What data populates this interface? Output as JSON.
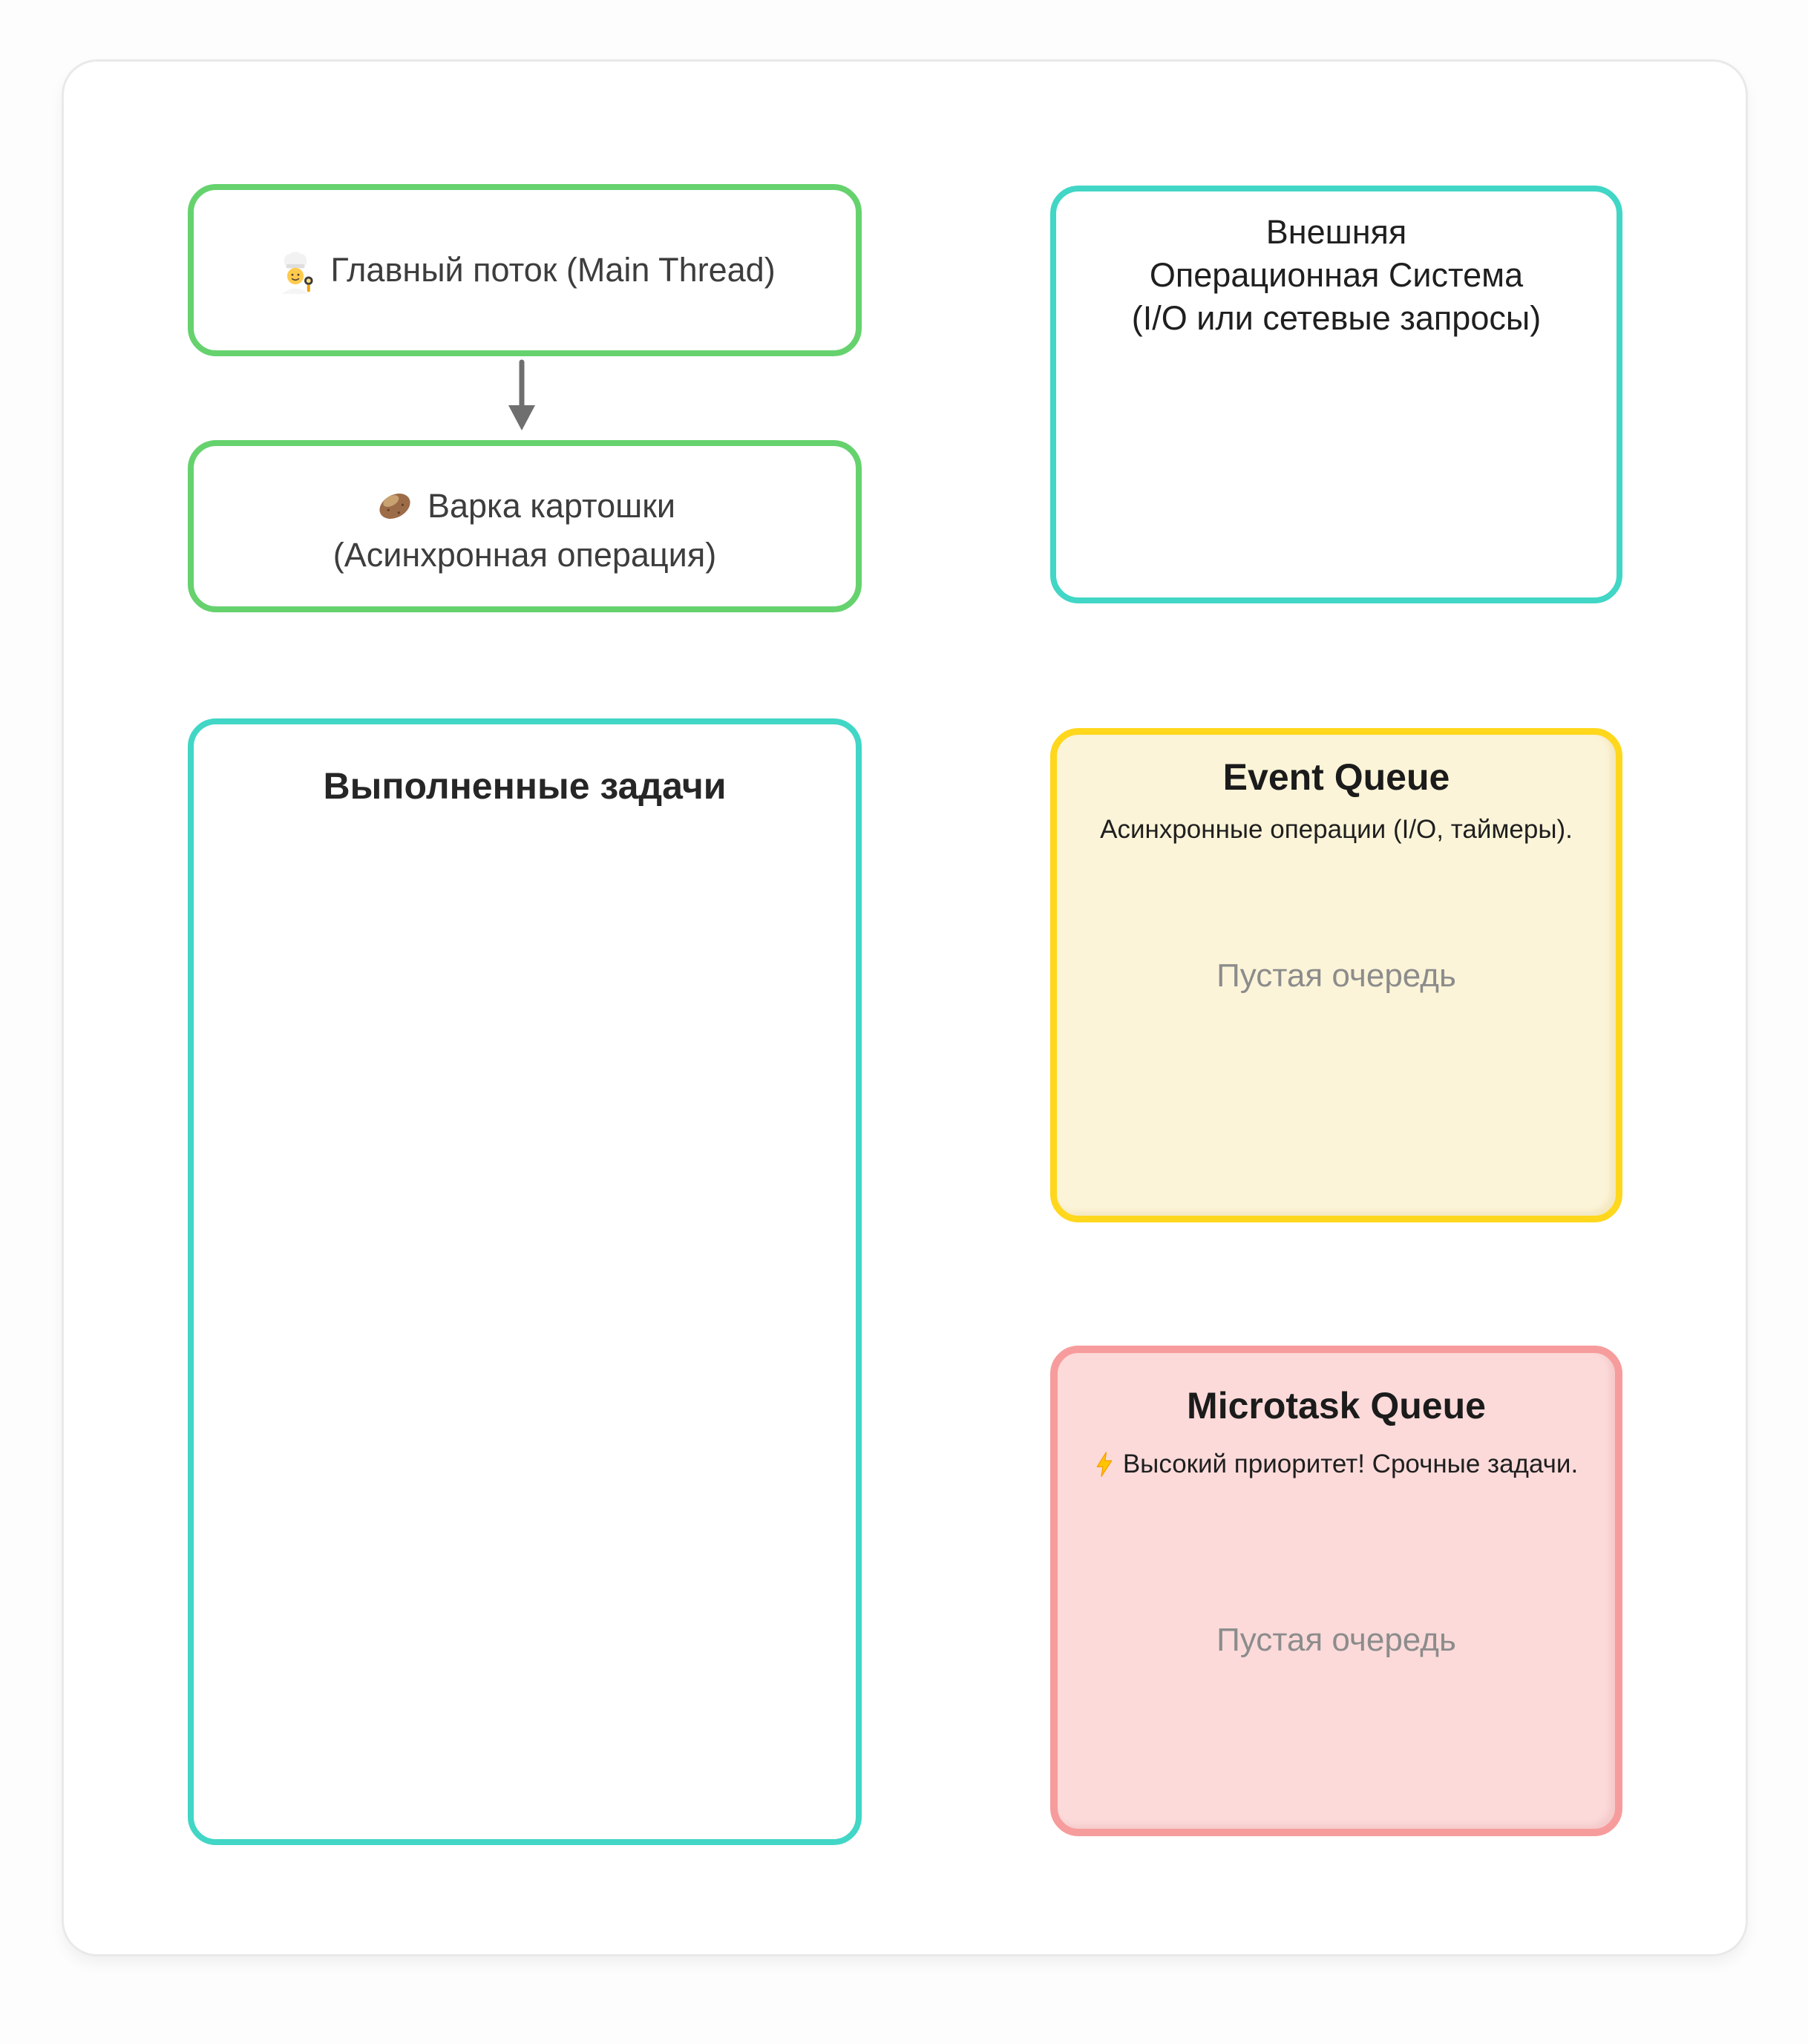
{
  "main_thread": {
    "icon": "chef-icon",
    "label": "Главный поток (Main Thread)"
  },
  "async_op": {
    "icon": "potato-icon",
    "line1": "Варка картошки",
    "line2": "(Асинхронная операция)"
  },
  "os_box": {
    "lines": [
      "Внешняя",
      "Операционная Система",
      "(I/O или сетевые запросы)"
    ]
  },
  "done_tasks": {
    "title": "Выполненные задачи"
  },
  "event_queue": {
    "title": "Event Queue",
    "subtitle": "Асинхронные операции (I/O, таймеры).",
    "empty_label": "Пустая очередь"
  },
  "microtask_queue": {
    "title": "Microtask Queue",
    "icon": "lightning-icon",
    "subtitle": "Высокий приоритет! Срочные задачи.",
    "empty_label": "Пустая очередь"
  },
  "colors": {
    "green_border": "#66d26e",
    "teal_border": "#41d6c5",
    "yellow_border": "#ffd71c",
    "yellow_bg": "#fcf4d8",
    "pink_border": "#f79c9c",
    "pink_bg": "#fcdada",
    "arrow_gray": "#6f6f6f",
    "empty_text_gray": "#8c8c8c"
  }
}
